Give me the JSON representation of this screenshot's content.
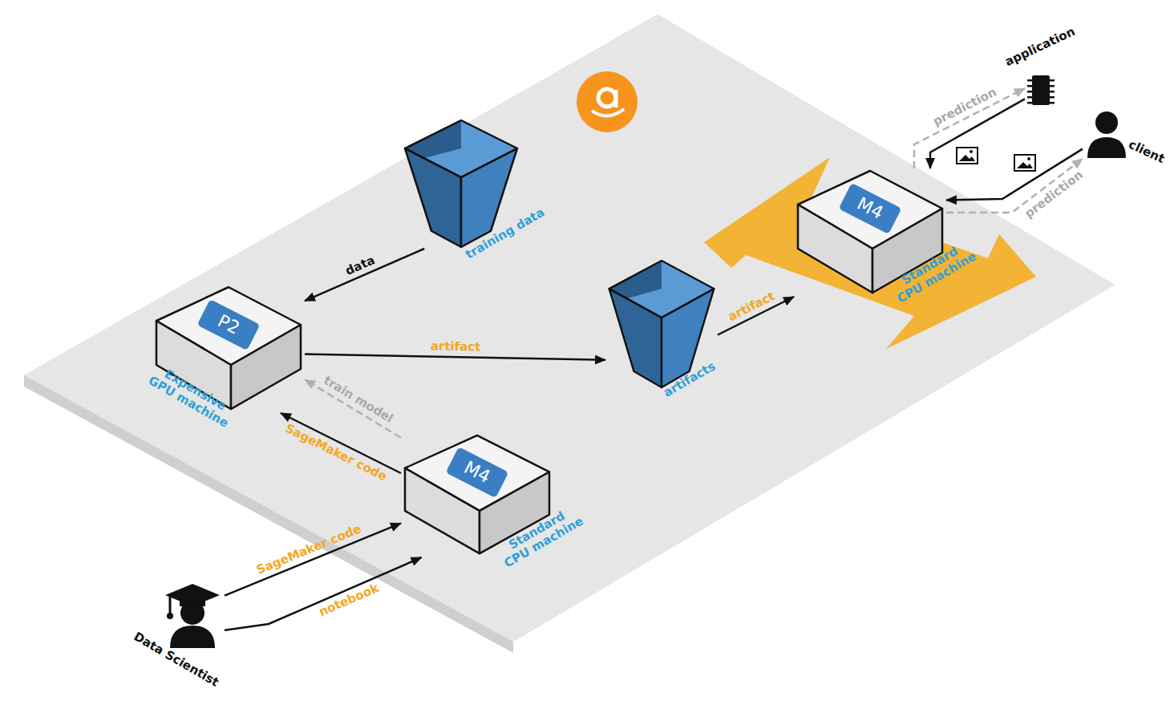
{
  "diagram": {
    "nodes": [
      {
        "text": [
          "P2",
          "Expensive GPU machine"
        ]
      },
      {
        "text": [
          "training data"
        ]
      },
      {
        "text": [
          "M4",
          "Standard CPU machine"
        ]
      },
      {
        "text": [
          "artifacts"
        ]
      },
      {
        "text": [
          "M4",
          "Standard CPU machine"
        ]
      },
      {
        "text": [
          "application"
        ]
      },
      {
        "text": [
          "client"
        ]
      },
      {
        "text": [
          "Data Scientist"
        ]
      }
    ],
    "edges": [
      {
        "from": 1,
        "to": 0,
        "label": "data",
        "arrow": "to"
      },
      {
        "from": 2,
        "to": 0,
        "label": "SageMaker code",
        "arrow": "to"
      },
      {
        "from": 2,
        "to": 0,
        "label": "train model",
        "arrow": "to"
      },
      {
        "from": 0,
        "to": 3,
        "label": "artifact",
        "arrow": "to"
      },
      {
        "from": 3,
        "to": 4,
        "label": "artifact",
        "arrow": "to"
      },
      {
        "from": 7,
        "to": 2,
        "label": "SageMaker code",
        "arrow": "to"
      },
      {
        "from": 7,
        "to": 2,
        "label": "notebook",
        "arrow": "to"
      },
      {
        "from": 5,
        "to": 4,
        "arrow": "to"
      },
      {
        "from": 6,
        "to": 4,
        "arrow": "to"
      },
      {
        "from": 4,
        "to": 5,
        "label": "prediction",
        "arrow": "to"
      },
      {
        "from": 4,
        "to": 6,
        "label": "prediction",
        "arrow": "to"
      }
    ]
  }
}
